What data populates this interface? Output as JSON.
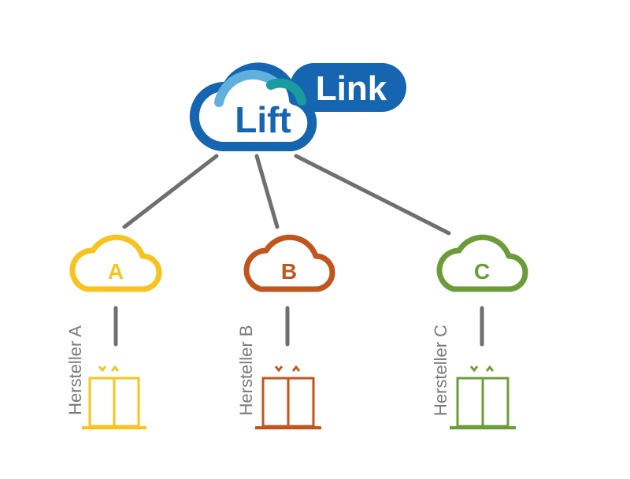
{
  "logo": {
    "lift": "Lift",
    "link": "Link",
    "colors": {
      "primary": "#1565b0",
      "light": "#5fb0dd",
      "teal": "#1a9ba0"
    }
  },
  "connector_color": "#6f6f6f",
  "manufacturers": [
    {
      "id": "a",
      "letter": "A",
      "label": "Hersteller A",
      "color": "#f7c31e"
    },
    {
      "id": "b",
      "letter": "B",
      "label": "Hersteller B",
      "color": "#c0561e"
    },
    {
      "id": "c",
      "letter": "C",
      "label": "Hersteller C",
      "color": "#6c9c3a"
    }
  ],
  "icons": [
    "cloud-icon",
    "elevator-icon",
    "arrow-down-icon",
    "arrow-up-icon"
  ]
}
